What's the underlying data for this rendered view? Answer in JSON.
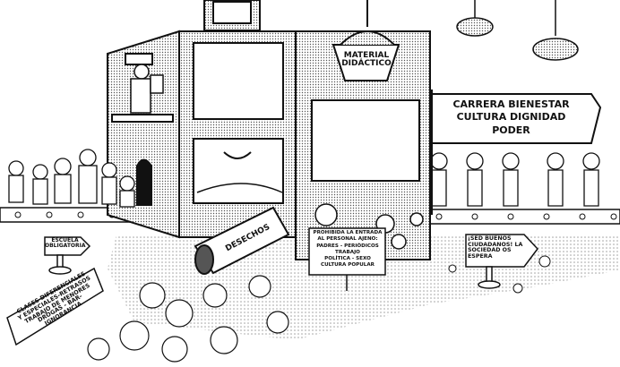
{
  "signs": {
    "material": {
      "line1": "MATERIAL",
      "line2": "DIDÁCTICO"
    },
    "rewards": {
      "line1": "CARRERA BIENESTAR",
      "line2": "CULTURA DIGNIDAD",
      "line3": "PODER"
    },
    "waste": "DESECHOS",
    "school": {
      "line1": "ESCUELA",
      "line2": "OBLIGATORIA"
    },
    "rejects": [
      "CLASES DIFERENCIALES",
      "Y ESPECIALES-RETRASOS",
      "TRABAJO DE MENORES",
      "DROGAS - BAR-",
      "IGNORANCIA"
    ],
    "forbidden": [
      "PROHIBIDA LA ENTRADA",
      "AL PERSONAL AJENO:",
      "PADRES - PERIÓDICOS",
      "TRABAJO",
      "POLÍTICA - SEXO",
      "CULTURA POPULAR"
    ],
    "citizens": [
      "¡SED BUENOS",
      "CIUDADANOS! LA",
      "SOCIEDAD OS",
      "ESPERA"
    ]
  },
  "colors": {
    "ink": "#111111",
    "paper": "#ffffff",
    "dots": "#9a9a9a"
  }
}
